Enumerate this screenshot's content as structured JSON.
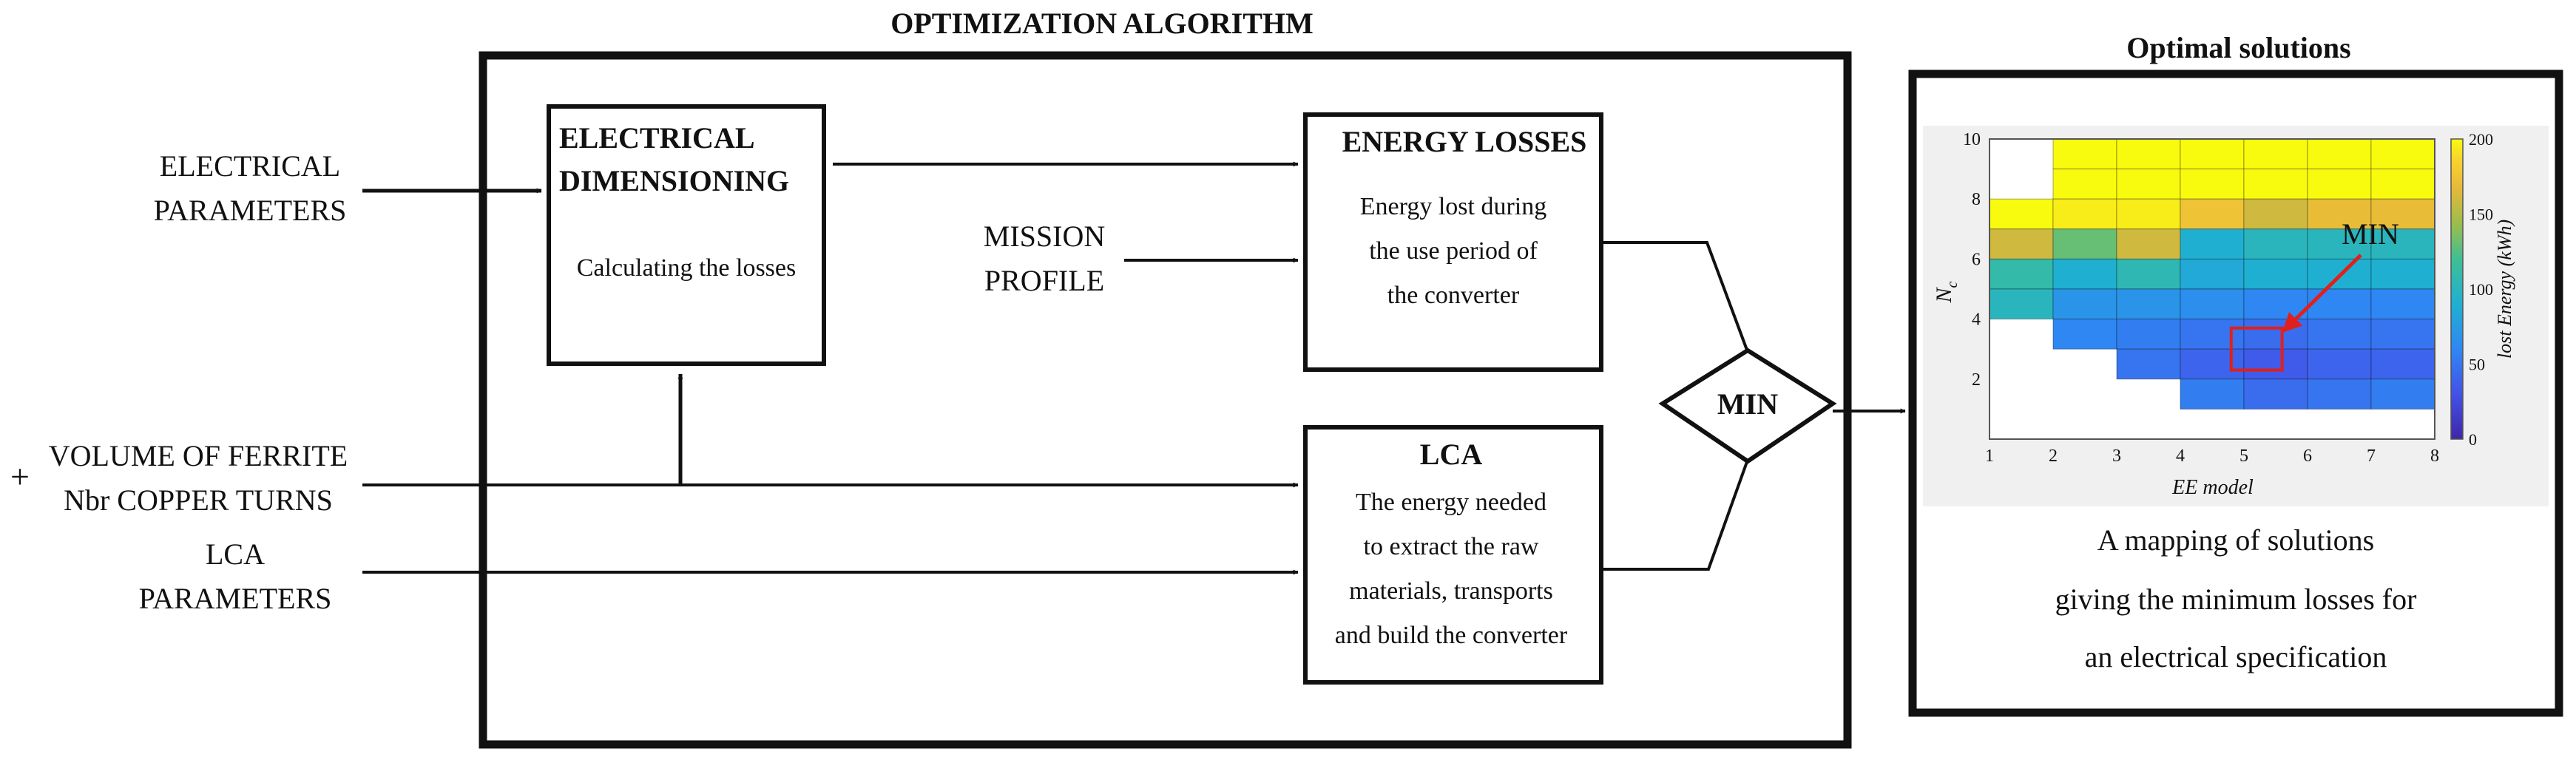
{
  "algorithm": {
    "title": "OPTIMIZATION ALGORITHM",
    "electrical_box": {
      "title_line1": "ELECTRICAL",
      "title_line2": "DIMENSIONING",
      "body": "Calculating the losses"
    },
    "energy_box": {
      "title": "ENERGY LOSSES",
      "body_lines": [
        "Energy lost during",
        "the use period of",
        "the converter"
      ]
    },
    "lca_box": {
      "title": "LCA",
      "body_lines": [
        "The energy needed",
        "to extract the raw",
        "materials, transports",
        "and build the converter"
      ]
    },
    "min_label": "MIN"
  },
  "inputs": {
    "electrical_parameters": [
      "ELECTRICAL",
      "PARAMETERS"
    ],
    "mission_profile": [
      "MISSION",
      "PROFILE"
    ],
    "plus": "+",
    "volume_turns": [
      "VOLUME OF FERRITE",
      "Nbr COPPER TURNS"
    ],
    "lca_parameters": [
      "LCA",
      "PARAMETERS"
    ]
  },
  "solutions": {
    "title": "Optimal  solutions",
    "caption_lines": [
      "A mapping of  solutions",
      "giving the minimum losses for",
      "an electrical specification"
    ],
    "min_marker_label": "MIN"
  },
  "chart_data": {
    "type": "heatmap",
    "xlabel": "EE model",
    "ylabel": "N_c",
    "colorbar_label": "lost Energy (kWh)",
    "x_ticks": [
      1,
      2,
      3,
      4,
      5,
      6,
      7,
      8
    ],
    "y_ticks": [
      2,
      4,
      6,
      8,
      10
    ],
    "colorbar_ticks": [
      0,
      50,
      100,
      150,
      200
    ],
    "xlim": [
      1,
      8
    ],
    "ylim": [
      0,
      10
    ],
    "clim": [
      0,
      200
    ],
    "colormap": "parula",
    "cells": [
      {
        "x": 2,
        "y": 9.5,
        "v": 200
      },
      {
        "x": 3,
        "y": 9.5,
        "v": 200
      },
      {
        "x": 4,
        "y": 9.5,
        "v": 200
      },
      {
        "x": 5,
        "y": 9.5,
        "v": 200
      },
      {
        "x": 6,
        "y": 9.5,
        "v": 200
      },
      {
        "x": 7,
        "y": 9.5,
        "v": 200
      },
      {
        "x": 2,
        "y": 8.5,
        "v": 200
      },
      {
        "x": 3,
        "y": 8.5,
        "v": 200
      },
      {
        "x": 4,
        "y": 8.5,
        "v": 200
      },
      {
        "x": 5,
        "y": 8.5,
        "v": 200
      },
      {
        "x": 6,
        "y": 8.5,
        "v": 200
      },
      {
        "x": 7,
        "y": 8.5,
        "v": 200
      },
      {
        "x": 1,
        "y": 7.5,
        "v": 200
      },
      {
        "x": 2,
        "y": 7.5,
        "v": 195
      },
      {
        "x": 3,
        "y": 7.5,
        "v": 195
      },
      {
        "x": 4,
        "y": 7.5,
        "v": 175
      },
      {
        "x": 5,
        "y": 7.5,
        "v": 160
      },
      {
        "x": 6,
        "y": 7.5,
        "v": 170
      },
      {
        "x": 7,
        "y": 7.5,
        "v": 170
      },
      {
        "x": 1,
        "y": 6.5,
        "v": 160
      },
      {
        "x": 2,
        "y": 6.5,
        "v": 130
      },
      {
        "x": 3,
        "y": 6.5,
        "v": 160
      },
      {
        "x": 4,
        "y": 6.5,
        "v": 90
      },
      {
        "x": 5,
        "y": 6.5,
        "v": 100
      },
      {
        "x": 6,
        "y": 6.5,
        "v": 100
      },
      {
        "x": 7,
        "y": 6.5,
        "v": 100
      },
      {
        "x": 1,
        "y": 5.5,
        "v": 110
      },
      {
        "x": 2,
        "y": 5.5,
        "v": 90
      },
      {
        "x": 3,
        "y": 5.5,
        "v": 105
      },
      {
        "x": 4,
        "y": 5.5,
        "v": 85
      },
      {
        "x": 5,
        "y": 5.5,
        "v": 90
      },
      {
        "x": 6,
        "y": 5.5,
        "v": 90
      },
      {
        "x": 7,
        "y": 5.5,
        "v": 90
      },
      {
        "x": 1,
        "y": 4.5,
        "v": 100
      },
      {
        "x": 2,
        "y": 4.5,
        "v": 70
      },
      {
        "x": 3,
        "y": 4.5,
        "v": 70
      },
      {
        "x": 4,
        "y": 4.5,
        "v": 65
      },
      {
        "x": 5,
        "y": 4.5,
        "v": 60
      },
      {
        "x": 6,
        "y": 4.5,
        "v": 60
      },
      {
        "x": 7,
        "y": 4.5,
        "v": 60
      },
      {
        "x": 2,
        "y": 3.5,
        "v": 60
      },
      {
        "x": 3,
        "y": 3.5,
        "v": 55
      },
      {
        "x": 4,
        "y": 3.5,
        "v": 50
      },
      {
        "x": 5,
        "y": 3.5,
        "v": 45
      },
      {
        "x": 6,
        "y": 3.5,
        "v": 50
      },
      {
        "x": 7,
        "y": 3.5,
        "v": 50
      },
      {
        "x": 3,
        "y": 2.5,
        "v": 50
      },
      {
        "x": 4,
        "y": 2.5,
        "v": 40
      },
      {
        "x": 5,
        "y": 2.5,
        "v": 35
      },
      {
        "x": 6,
        "y": 2.5,
        "v": 40
      },
      {
        "x": 7,
        "y": 2.5,
        "v": 40
      },
      {
        "x": 4,
        "y": 1.5,
        "v": 55
      },
      {
        "x": 5,
        "y": 1.5,
        "v": 45
      },
      {
        "x": 6,
        "y": 1.5,
        "v": 50
      },
      {
        "x": 7,
        "y": 1.5,
        "v": 55
      }
    ],
    "min_cell": {
      "x": 5,
      "y": 3
    }
  },
  "colors": {
    "ink": "#111111",
    "marker": "#e0201c",
    "chart_bg": "#f0f0f0"
  }
}
